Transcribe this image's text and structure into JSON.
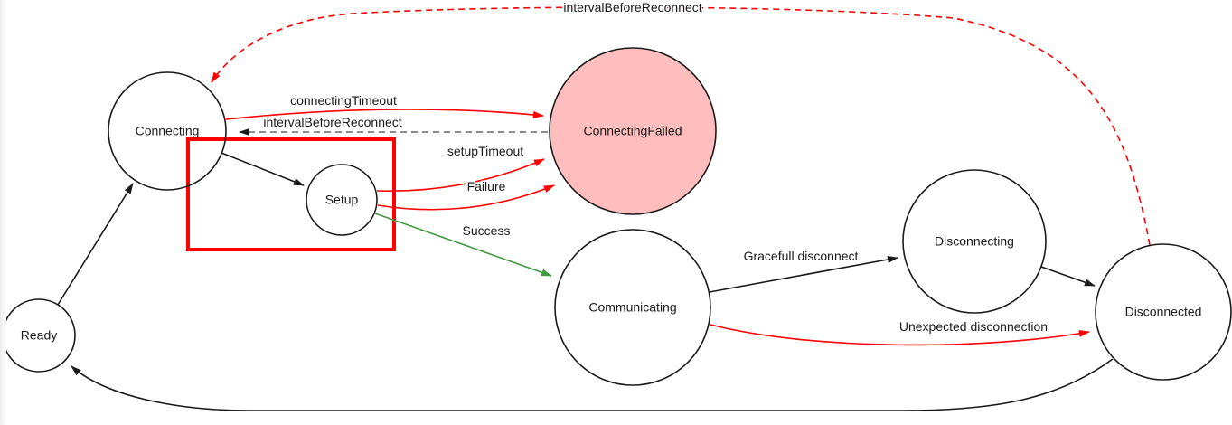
{
  "diagram": {
    "colors": {
      "background": "#ffffff",
      "node_stroke": "#1a1a1a",
      "failed_state_fill": "#ffbdbd",
      "edge_black": "#1a1a1a",
      "edge_red": "#ff0000",
      "edge_green": "#449944",
      "edge_gray": "#666666",
      "group_box": "#ff0000",
      "label_text": "#1a1a1a"
    },
    "states": [
      {
        "id": "ready",
        "label": "Ready",
        "highlighted": false
      },
      {
        "id": "connecting",
        "label": "Connecting",
        "highlighted": false
      },
      {
        "id": "setup",
        "label": "Setup",
        "highlighted": false
      },
      {
        "id": "connecting_failed",
        "label": "ConnectingFailed",
        "highlighted": true
      },
      {
        "id": "communicating",
        "label": "Communicating",
        "highlighted": false
      },
      {
        "id": "disconnecting",
        "label": "Disconnecting",
        "highlighted": false
      },
      {
        "id": "disconnected",
        "label": "Disconnected",
        "highlighted": false
      }
    ],
    "transitions": [
      {
        "id": "ready-connecting",
        "from": "Ready",
        "to": "Connecting",
        "label": "",
        "style": "solid-black"
      },
      {
        "id": "connecting-connectingfailed",
        "from": "Connecting",
        "to": "ConnectingFailed",
        "label": "connectingTimeout",
        "style": "solid-red"
      },
      {
        "id": "connectingfailed-connecting",
        "from": "ConnectingFailed",
        "to": "Connecting",
        "label": "intervalBeforeReconnect",
        "style": "dashed-gray"
      },
      {
        "id": "connecting-setup",
        "from": "Connecting",
        "to": "Setup",
        "label": "",
        "style": "solid-black"
      },
      {
        "id": "setup-connectingfailed-timeout",
        "from": "Setup",
        "to": "ConnectingFailed",
        "label": "setupTimeout",
        "style": "solid-red"
      },
      {
        "id": "setup-connectingfailed-failure",
        "from": "Setup",
        "to": "ConnectingFailed",
        "label": "Failure",
        "style": "solid-red"
      },
      {
        "id": "setup-communicating",
        "from": "Setup",
        "to": "Communicating",
        "label": "Success",
        "style": "solid-green"
      },
      {
        "id": "communicating-disconnecting",
        "from": "Communicating",
        "to": "Disconnecting",
        "label": "Gracefull disconnect",
        "style": "solid-black"
      },
      {
        "id": "disconnecting-disconnected",
        "from": "Disconnecting",
        "to": "Disconnected",
        "label": "",
        "style": "solid-black"
      },
      {
        "id": "communicating-disconnected",
        "from": "Communicating",
        "to": "Disconnected",
        "label": "Unexpected disconnection",
        "style": "solid-red"
      },
      {
        "id": "disconnected-ready",
        "from": "Disconnected",
        "to": "Ready",
        "label": "",
        "style": "solid-black"
      },
      {
        "id": "disconnected-connecting",
        "from": "Disconnected",
        "to": "Connecting",
        "label": "intervalBeforeReconnect",
        "style": "dashed-red"
      }
    ]
  }
}
